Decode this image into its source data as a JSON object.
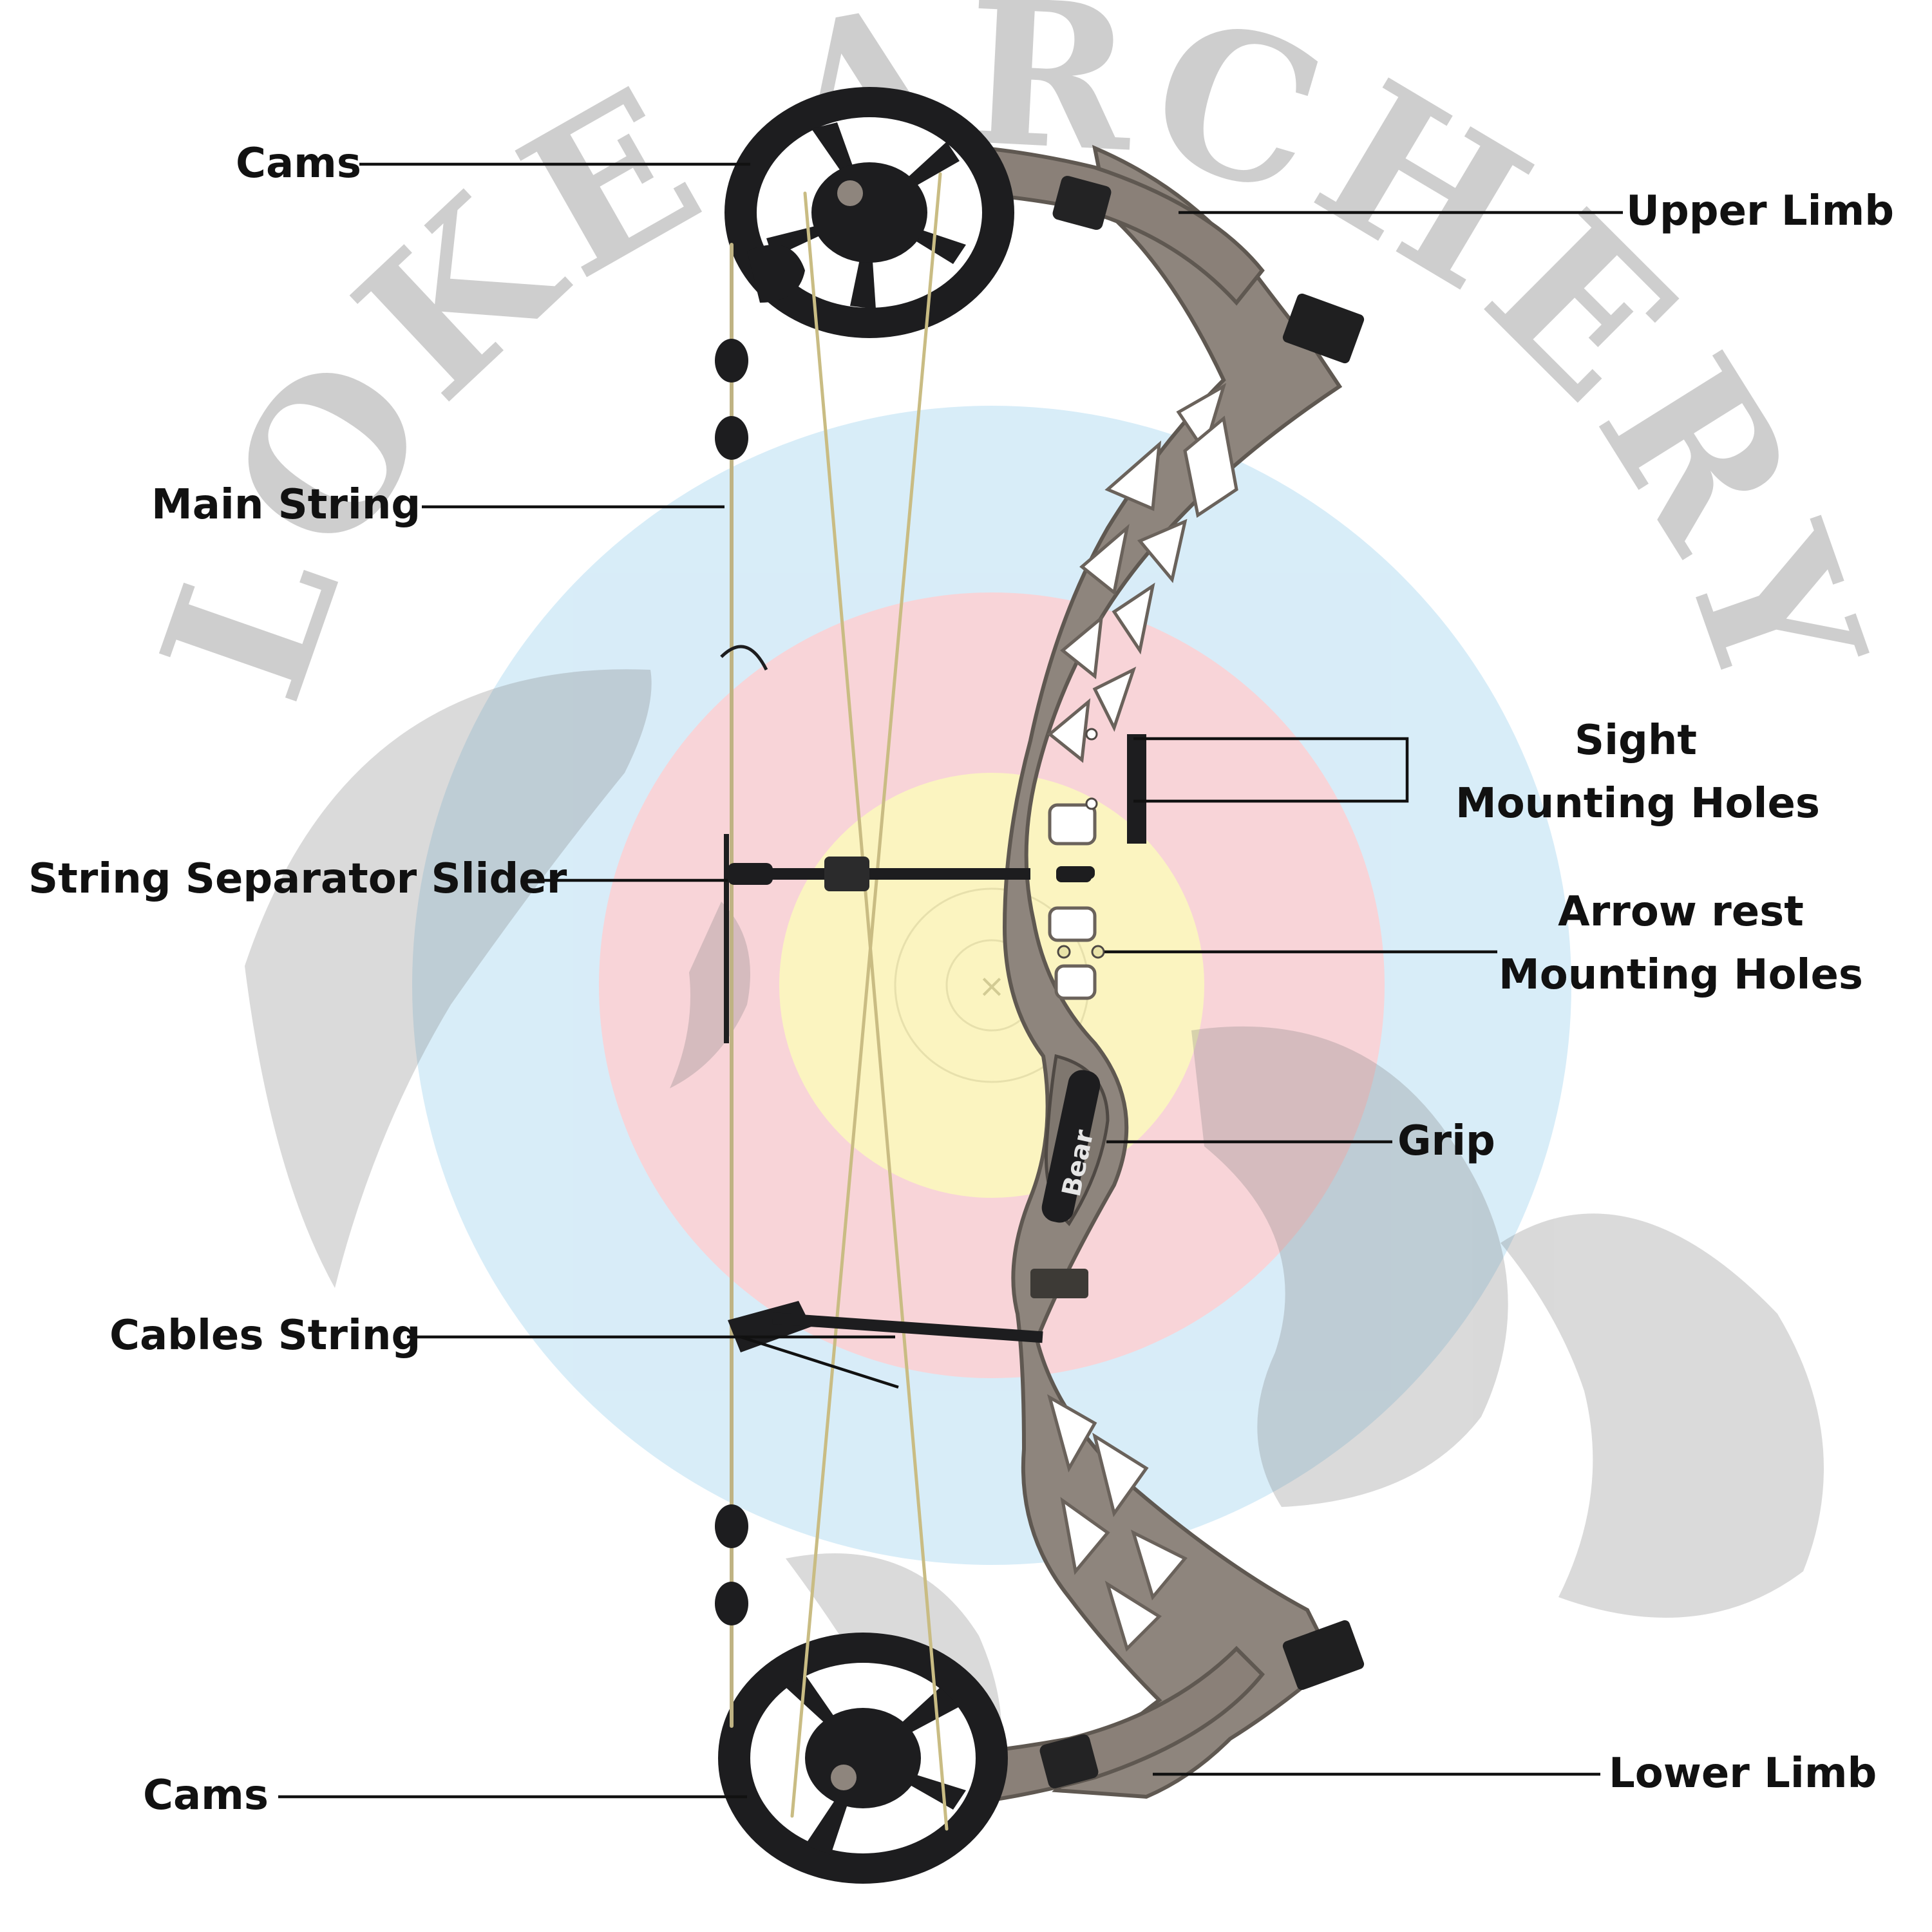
{
  "watermark": {
    "text": "LOKE ARCHERY",
    "target_colors": [
      "#cfe6f5",
      "#f6c9cf",
      "#fbf3b2"
    ]
  },
  "bow": {
    "riser_color": "#8e857d",
    "riser_shadow": "#6a625b",
    "cam_color": "#1d1d1f",
    "string_color": "#c7b98a",
    "grip_logo": "Bear"
  },
  "labels": {
    "cams_top": "Cams",
    "main_string": "Main String",
    "string_separator_slider": "String Separator Slider",
    "cables_string": "Cables String",
    "cams_bottom": "Cams",
    "upper_limb": "Upper Limb",
    "sight_line1": "Sight",
    "sight_line2": "Mounting Holes",
    "arrow_line1": "Arrow rest",
    "arrow_line2": "Mounting Holes",
    "grip": "Grip",
    "lower_limb": "Lower Limb"
  }
}
